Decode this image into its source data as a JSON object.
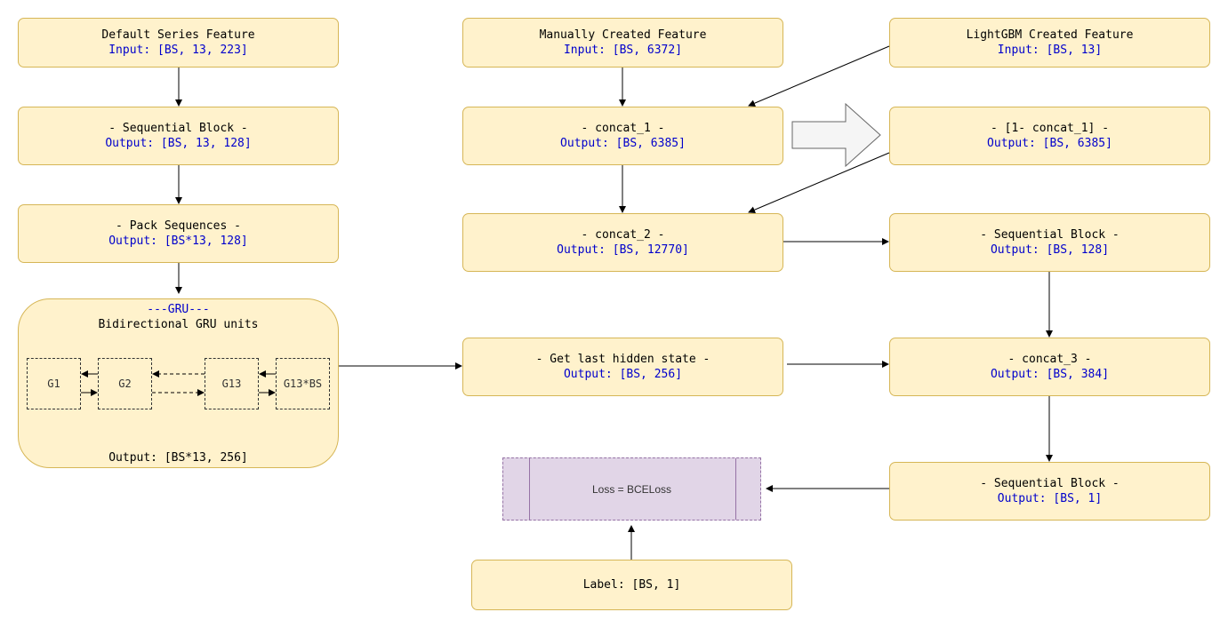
{
  "nodes": {
    "default_series": {
      "title": "Default Series Feature",
      "sub": "Input: [BS, 13, 223]"
    },
    "seq_block_1": {
      "title": "- Sequential Block -",
      "sub": "Output: [BS, 13, 128]"
    },
    "pack_seq": {
      "title": "- Pack Sequences -",
      "sub": "Output: [BS*13, 128]"
    },
    "gru": {
      "title": "---GRU---",
      "subtitle": "Bidirectional GRU units",
      "output": "Output: [BS*13, 256]",
      "units": [
        "G1",
        "G2",
        "G13",
        "G13*BS"
      ]
    },
    "manual_feature": {
      "title": "Manually Created Feature",
      "sub": "Input: [BS, 6372]"
    },
    "concat_1": {
      "title": "- concat_1 -",
      "sub": "Output: [BS, 6385]"
    },
    "concat_2": {
      "title": "- concat_2 -",
      "sub": "Output: [BS, 12770]"
    },
    "last_hidden": {
      "title": "- Get last hidden state -",
      "sub": "Output: [BS, 256]"
    },
    "loss": {
      "label": "Loss = BCELoss"
    },
    "label": {
      "title": "Label: [BS, 1]"
    },
    "lightgbm_feature": {
      "title": "LightGBM Created Feature",
      "sub": "Input: [BS, 13]"
    },
    "one_minus_concat": {
      "title": "- [1- concat_1] -",
      "sub": "Output: [BS, 6385]"
    },
    "seq_block_2": {
      "title": "- Sequential Block -",
      "sub": "Output: [BS, 128]"
    },
    "concat_3": {
      "title": "- concat_3 -",
      "sub": "Output: [BS, 384]"
    },
    "seq_block_3": {
      "title": "- Sequential Block -",
      "sub": "Output: [BS, 1]"
    }
  },
  "colors": {
    "node_fill": "#fff2cc",
    "node_stroke": "#d6b656",
    "sub_text": "#0000cc",
    "loss_fill": "#e1d5e7",
    "loss_stroke": "#9673a6",
    "arrow": "#000000",
    "big_arrow_fill": "#f5f5f5"
  }
}
